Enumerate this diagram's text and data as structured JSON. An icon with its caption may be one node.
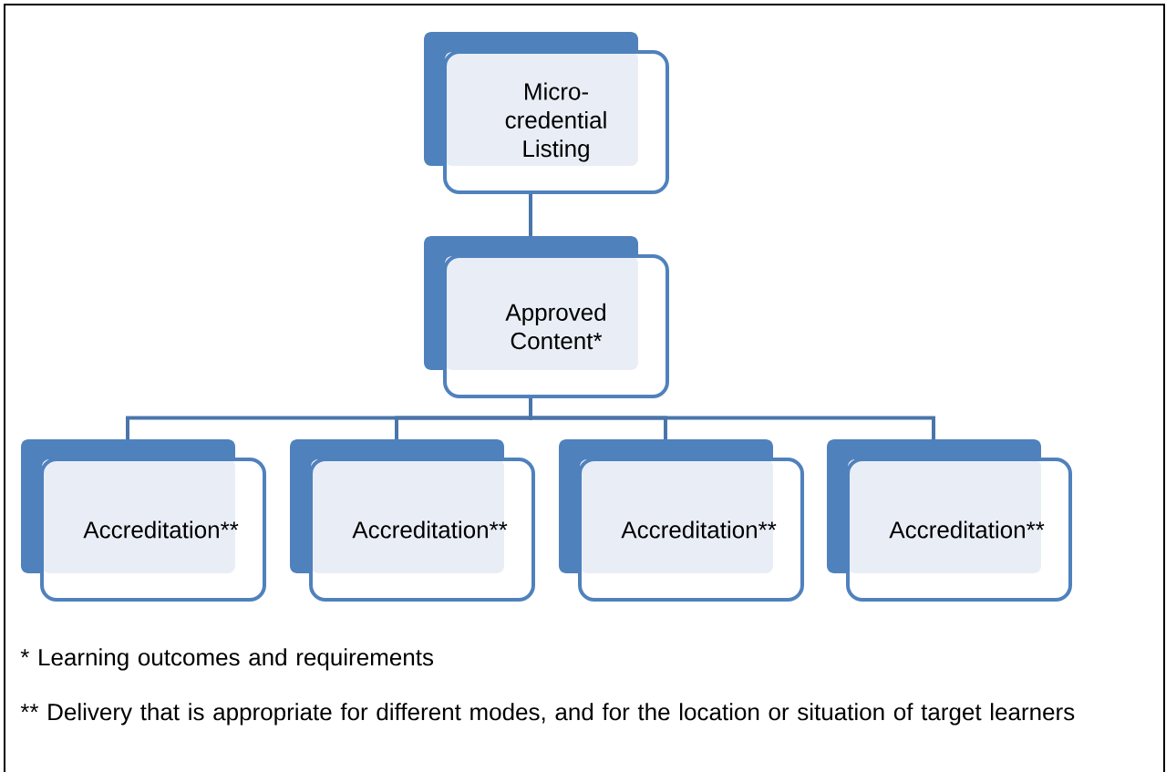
{
  "diagram": {
    "nodes": [
      {
        "text": [
          "Micro-credential Listing"
        ]
      },
      {
        "text": [
          "Approved Content*"
        ]
      },
      {
        "text": [
          "Accreditation**"
        ]
      },
      {
        "text": [
          "Accreditation**"
        ]
      },
      {
        "text": [
          "Accreditation**"
        ]
      },
      {
        "text": [
          "Accreditation**"
        ]
      }
    ],
    "edges": [
      {
        "from": 0,
        "to": 1,
        "arrow": "none"
      },
      {
        "from": 1,
        "to": 2,
        "arrow": "none"
      },
      {
        "from": 1,
        "to": 3,
        "arrow": "none"
      },
      {
        "from": 1,
        "to": 4,
        "arrow": "none"
      },
      {
        "from": 1,
        "to": 5,
        "arrow": "none"
      }
    ],
    "labels": [
      "* Learning outcomes and requirements",
      "** Delivery that is appropriate for different modes, and for the location or situation of target learners"
    ]
  }
}
